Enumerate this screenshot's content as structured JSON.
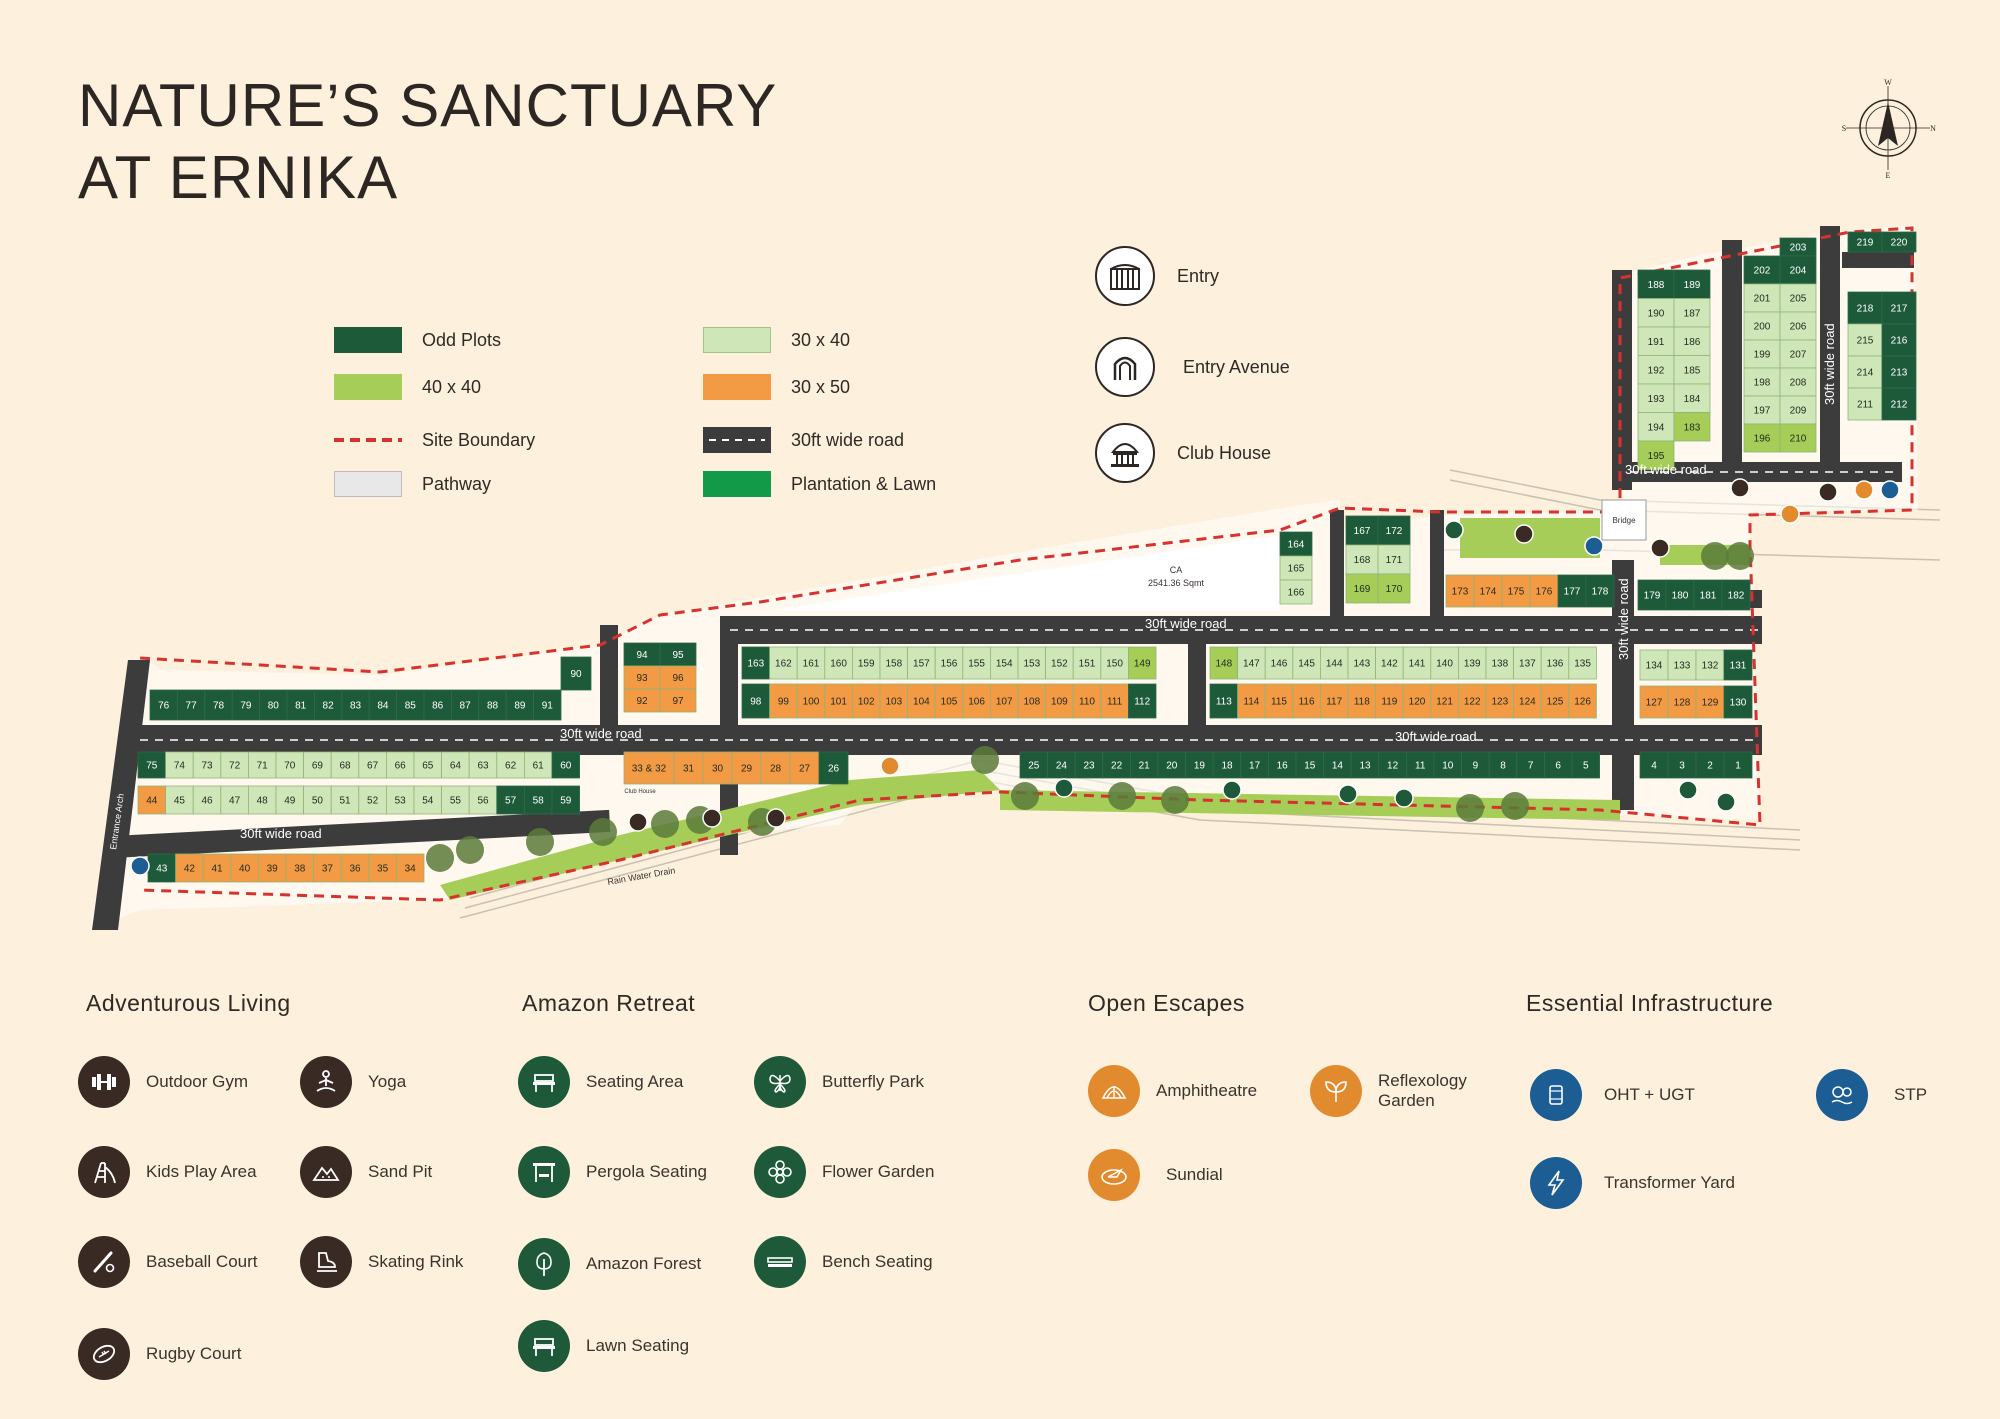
{
  "title": {
    "line1": "NATURE’S SANCTUARY",
    "line2": "AT ERNIKA"
  },
  "compass": {
    "n": "N",
    "s": "S",
    "e": "E",
    "w": "W"
  },
  "legend": {
    "odd_plots": "Odd Plots",
    "p40x40": "40 x 40",
    "site_boundary": "Site Boundary",
    "pathway": "Pathway",
    "p30x40": "30 x 40",
    "p30x50": "30 x 50",
    "road": "30ft wide road",
    "plantation": "Plantation & Lawn",
    "entry": "Entry",
    "entry_avenue": "Entry Avenue",
    "club_house": "Club House"
  },
  "colors": {
    "odd": "#1d5a3a",
    "p40x40": "#a6cd57",
    "p30x40": "#cfe6b8",
    "p30x50": "#f39a44",
    "road": "#3c3c3c",
    "plantation": "#129a48",
    "boundary": "#d6332e",
    "pathway": "#e8e8e8"
  },
  "map_labels": {
    "road": "30ft wide road",
    "bridge": "Bridge",
    "ca": "CA",
    "ca_area": "2541.36 Sqmt",
    "entrance_arch": "Entrance Arch",
    "rain_water_drain": "Rain Water Drain",
    "club_house": "Club House"
  },
  "plots": {
    "row_76_91": [
      "76",
      "77",
      "78",
      "79",
      "80",
      "81",
      "82",
      "83",
      "84",
      "85",
      "86",
      "87",
      "88",
      "89",
      "91"
    ],
    "p90": "90",
    "row_75_60": [
      "75",
      "74",
      "73",
      "72",
      "71",
      "70",
      "69",
      "68",
      "67",
      "66",
      "65",
      "64",
      "63",
      "62",
      "61",
      "60"
    ],
    "row_44_59": [
      "44",
      "45",
      "46",
      "47",
      "48",
      "49",
      "50",
      "51",
      "52",
      "53",
      "54",
      "55",
      "56",
      "57",
      "58",
      "59"
    ],
    "row_43_34": [
      "43",
      "42",
      "41",
      "40",
      "39",
      "38",
      "37",
      "36",
      "35",
      "34"
    ],
    "col_94_97": [
      "94",
      "95",
      "93",
      "96",
      "92",
      "97"
    ],
    "row_33_26": [
      "33 & 32",
      "31",
      "30",
      "29",
      "28",
      "27",
      "26"
    ],
    "row_163_149": [
      "163",
      "162",
      "161",
      "160",
      "159",
      "158",
      "157",
      "156",
      "155",
      "154",
      "153",
      "152",
      "151",
      "150",
      "149"
    ],
    "row_98_112": [
      "98",
      "99",
      "100",
      "101",
      "102",
      "103",
      "104",
      "105",
      "106",
      "107",
      "108",
      "109",
      "110",
      "111",
      "112"
    ],
    "row_148_135": [
      "148",
      "147",
      "146",
      "145",
      "144",
      "143",
      "142",
      "141",
      "140",
      "139",
      "138",
      "137",
      "136",
      "135"
    ],
    "row_113_126": [
      "113",
      "114",
      "115",
      "116",
      "117",
      "118",
      "119",
      "120",
      "121",
      "122",
      "123",
      "124",
      "125",
      "126"
    ],
    "row_25_5": [
      "25",
      "24",
      "23",
      "22",
      "21",
      "20",
      "19",
      "18",
      "17",
      "16",
      "15",
      "14",
      "13",
      "12",
      "11",
      "10",
      "9",
      "8",
      "7",
      "6",
      "5"
    ],
    "row_134_131": [
      "134",
      "133",
      "132",
      "131"
    ],
    "row_127_130": [
      "127",
      "128",
      "129",
      "130"
    ],
    "row_4_1": [
      "4",
      "3",
      "2",
      "1"
    ],
    "col_164_166": [
      "164",
      "165",
      "166"
    ],
    "block_167_170": [
      "167",
      "172",
      "168",
      "171",
      "169",
      "170"
    ],
    "row_173_178": [
      "173",
      "174",
      "175",
      "176",
      "177",
      "178"
    ],
    "row_179_182": [
      "179",
      "180",
      "181",
      "182"
    ],
    "block_188_196": [
      "188",
      "189",
      "190",
      "187",
      "191",
      "186",
      "192",
      "185",
      "193",
      "184",
      "194",
      "183",
      "195"
    ],
    "block_202_210": [
      "203",
      "202",
      "204",
      "201",
      "205",
      "200",
      "206",
      "199",
      "207",
      "198",
      "208",
      "197",
      "209",
      "196",
      "210"
    ],
    "block_211_220": [
      "219",
      "220",
      "218",
      "217",
      "215",
      "216",
      "214",
      "213",
      "211",
      "212"
    ]
  },
  "sections": {
    "adventurous": {
      "title": "Adventurous Living",
      "items": [
        "Outdoor Gym",
        "Yoga",
        "Kids Play Area",
        "Sand Pit",
        "Baseball Court",
        "Skating Rink",
        "Rugby Court"
      ]
    },
    "amazon": {
      "title": "Amazon Retreat",
      "items": [
        "Seating Area",
        "Butterfly Park",
        "Pergola Seating",
        "Flower Garden",
        "Amazon Forest",
        "Bench Seating",
        "Lawn Seating"
      ]
    },
    "open": {
      "title": "Open Escapes",
      "items": [
        "Amphitheatre",
        "Reflexology Garden",
        "Sundial"
      ]
    },
    "infra": {
      "title": "Essential Infrastructure",
      "items": [
        "OHT + UGT",
        "STP",
        "Transformer Yard"
      ]
    }
  },
  "section_colors": {
    "adventurous": "#2d2724",
    "amazon": "#1e5a3a",
    "open": "#d98a2e",
    "infra": "#1c5d94"
  }
}
